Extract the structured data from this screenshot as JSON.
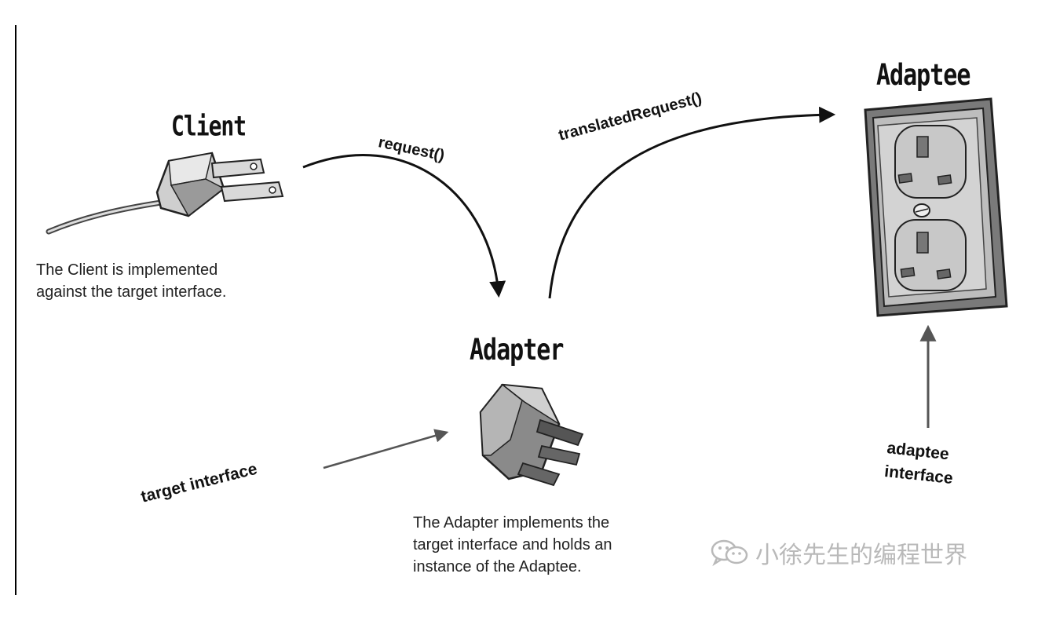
{
  "client": {
    "title": "Client",
    "caption_lines": [
      "The Client is implemented",
      "against the target interface."
    ]
  },
  "adapter": {
    "title": "Adapter",
    "caption_lines": [
      "The Adapter implements the",
      "target interface and holds an",
      "instance of the Adaptee."
    ]
  },
  "adaptee": {
    "title": "Adaptee",
    "interface_label_lines": [
      "adaptee",
      "interface"
    ]
  },
  "arrows": {
    "request": "request()",
    "translated_request": "translatedRequest()",
    "target_interface": "target interface"
  },
  "watermark": {
    "text": "小徐先生的编程世界",
    "icon": "wechat-icon"
  }
}
